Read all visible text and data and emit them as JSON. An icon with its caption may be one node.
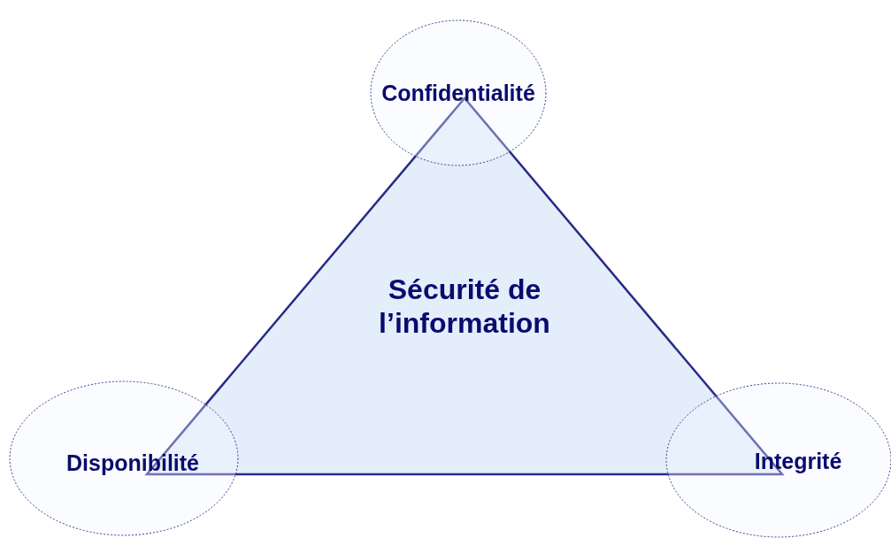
{
  "diagram": {
    "nodes": [
      {
        "text": [
          "Confidentialité"
        ]
      },
      {
        "text": [
          "Sécurité de l’information"
        ]
      },
      {
        "text": [
          "Disponibilité"
        ]
      },
      {
        "text": [
          "Integrité"
        ]
      }
    ]
  }
}
